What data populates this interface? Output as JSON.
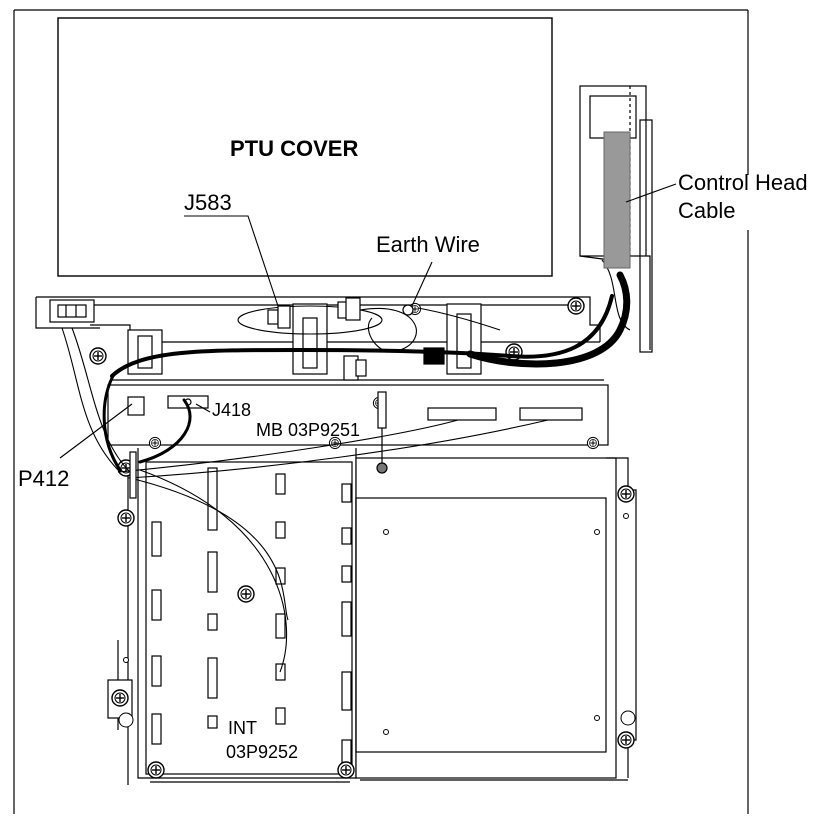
{
  "labels": {
    "ptu_cover": "PTU COVER",
    "j583": "J583",
    "earth_wire": "Earth Wire",
    "control_head_line1": "Control Head",
    "control_head_line2": "Cable",
    "j418": "J418",
    "mb_board": "MB 03P9251",
    "p412": "P412",
    "int_line1": "INT",
    "int_line2": "03P9252"
  },
  "colors": {
    "line": "#000000",
    "cable": "#999999",
    "background": "#ffffff"
  },
  "icons": [
    "screw-icon",
    "connector-icon",
    "clamp-icon",
    "ferrite-icon"
  ]
}
